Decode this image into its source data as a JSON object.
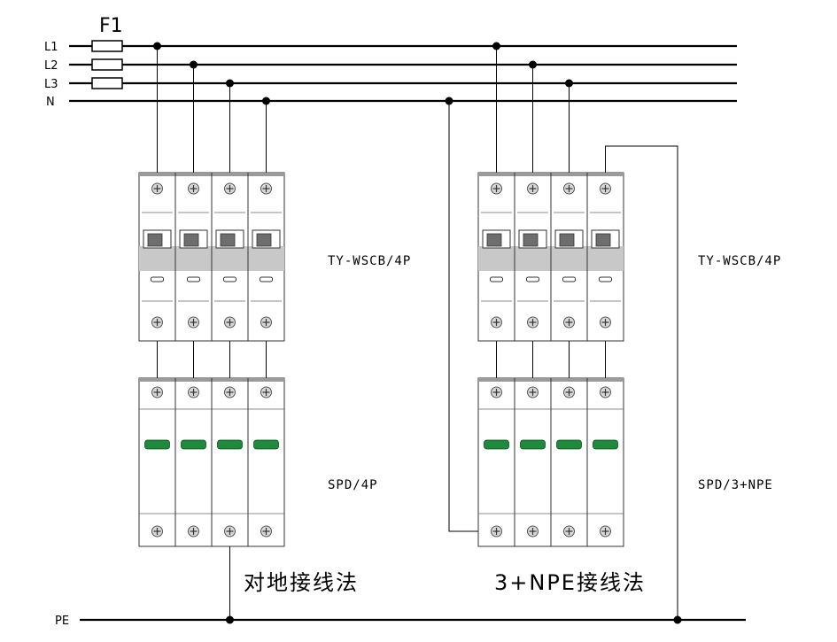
{
  "lines": {
    "l1": "L1",
    "l2": "L2",
    "l3": "L3",
    "n": "N",
    "pe": "PE"
  },
  "fuse_label": "F1",
  "left": {
    "breaker_model": "TY-WSCB/4P",
    "spd_model": "SPD/4P",
    "caption": "对地接线法"
  },
  "right": {
    "breaker_model": "TY-WSCB/4P",
    "spd_model": "SPD/3+NPE",
    "caption": "3+NPE接线法"
  },
  "colors": {
    "indicator": "#1f8a3c",
    "handle": "#6e6e6e",
    "body_gray": "#c8c8c8"
  }
}
